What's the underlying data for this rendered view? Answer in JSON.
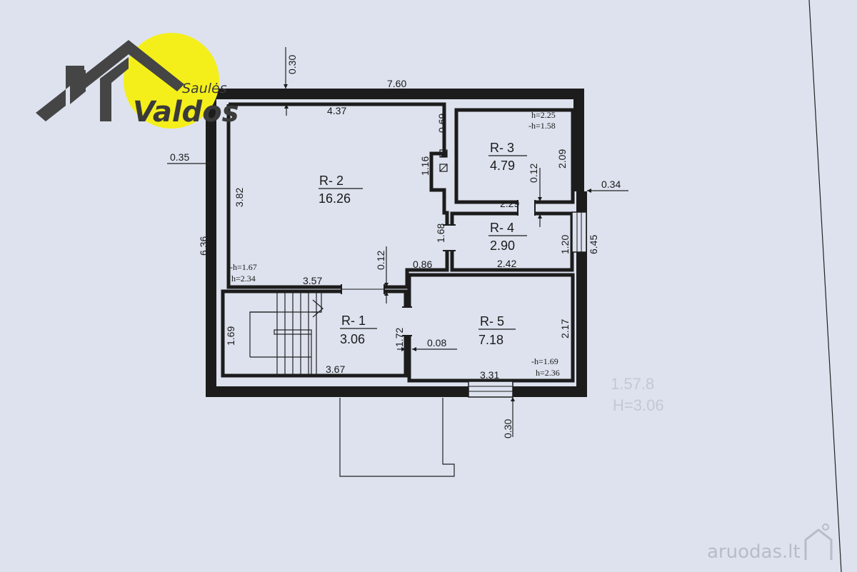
{
  "logo": {
    "line1": "Saulės",
    "line2": "Valdos",
    "accent": "#f4ef1a",
    "roof": "#454545"
  },
  "watermark": {
    "text": "aruodas.lt"
  },
  "colors": {
    "paper": "#dde2ee",
    "ink": "#1c1c1c"
  },
  "rooms": [
    {
      "id": "R2",
      "name": "R- 2",
      "area": "16.26"
    },
    {
      "id": "R3",
      "name": "R- 3",
      "area": "4.79"
    },
    {
      "id": "R4",
      "name": "R- 4",
      "area": "2.90"
    },
    {
      "id": "R1",
      "name": "R- 1",
      "area": "3.06"
    },
    {
      "id": "R5",
      "name": "R- 5",
      "area": "7.18"
    }
  ],
  "heights": {
    "r3_h": "h=2.25",
    "r3_neg": "-h=1.58",
    "r2_neg": "-h=1.67",
    "r2_h": "h=2.34",
    "r5_neg": "-h=1.69",
    "r5_h": "h=2.36"
  },
  "dims": {
    "top_wall": "0.30",
    "overall_width": "7.60",
    "r2_width": "4.37",
    "r2_side_top": "0.69",
    "r2_step": "1.16",
    "left_wall": "0.35",
    "r2_height": "3.82",
    "overall_height": "6.36",
    "r3_height": "2.09",
    "r3_gap": "0.12",
    "right_wall": "0.34",
    "r3_width": "2.29",
    "r4_left": "1.68",
    "r4_height": "1.20",
    "right_height": "6.45",
    "r2_bottom_gap": "0.12",
    "r2_notch": "0.86",
    "r4_width": "2.42",
    "r2_bottom_width": "3.57",
    "r1_height": "1.69",
    "r1_door": "1.72",
    "r1_partition": "0.08",
    "r5_height": "2.17",
    "r1_width": "3.67",
    "r5_width": "3.31",
    "bottom_wall": "0.30"
  },
  "faint_marks": {
    "a": "1.57.8",
    "b": "H=3.06"
  }
}
